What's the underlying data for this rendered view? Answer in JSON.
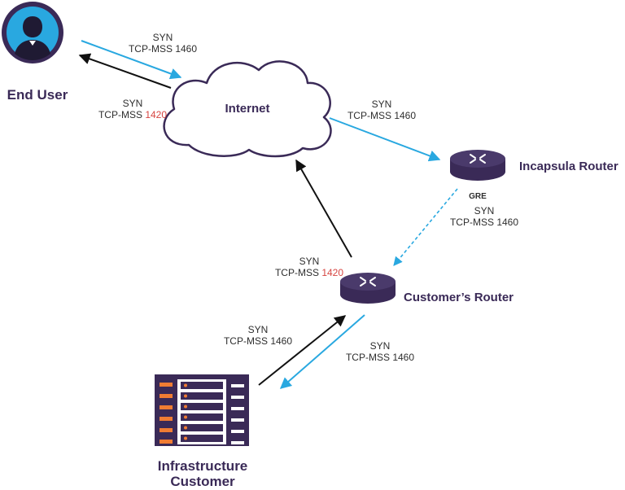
{
  "nodes": {
    "end_user": "End User",
    "internet": "Internet",
    "incapsula_router": "Incapsula Router",
    "customers_router": "Customer’s Router",
    "infra_line1": "Infrastructure",
    "infra_line2": "Customer"
  },
  "tunnel_label": "GRE",
  "edges": {
    "user_to_internet": {
      "line1": "SYN",
      "line2_prefix": "TCP-MSS ",
      "line2_value": "1460"
    },
    "internet_to_user": {
      "line1": "SYN",
      "line2_prefix": "TCP-MSS ",
      "line2_value": "1420"
    },
    "internet_to_incapsula": {
      "line1": "SYN",
      "line2_prefix": "TCP-MSS ",
      "line2_value": "1460"
    },
    "incapsula_to_customer": {
      "line1": "SYN",
      "line2_prefix": "TCP-MSS ",
      "line2_value": "1460"
    },
    "customer_to_internet": {
      "line1": "SYN",
      "line2_prefix": "TCP-MSS ",
      "line2_value": "1420"
    },
    "infra_to_customer": {
      "line1": "SYN",
      "line2_prefix": "TCP-MSS ",
      "line2_value": "1460"
    },
    "customer_to_infra": {
      "line1": "SYN",
      "line2_prefix": "TCP-MSS ",
      "line2_value": "1460"
    }
  },
  "colors": {
    "blue_arrow": "#29a8e0",
    "black_arrow": "#111111",
    "highlight_red": "#d64541",
    "node_dark": "#3a2a57",
    "server_orange": "#f07c33"
  }
}
